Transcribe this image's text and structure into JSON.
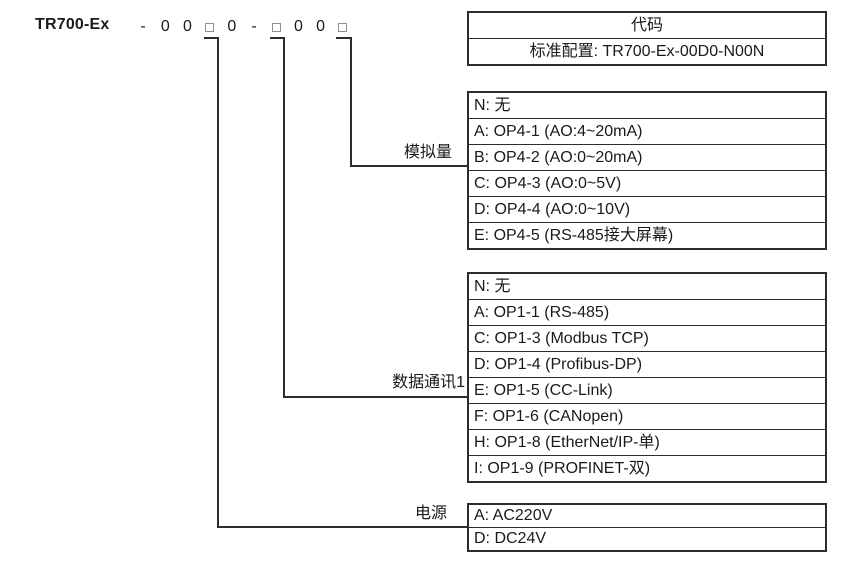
{
  "model": {
    "name": "TR700-Ex",
    "code_chars": [
      "-",
      "0",
      "0",
      "□",
      "0",
      "-",
      "□",
      "0",
      "0",
      "□"
    ]
  },
  "code_table": {
    "header": "代码",
    "standard_config": "标准配置: TR700-Ex-00D0-N00N"
  },
  "groups": [
    {
      "id": "analog-output",
      "label": "模拟量",
      "options": [
        "N: 无",
        "A: OP4-1 (AO:4~20mA)",
        "B: OP4-2 (AO:0~20mA)",
        "C: OP4-3 (AO:0~5V)",
        "D: OP4-4 (AO:0~10V)",
        "E: OP4-5 (RS-485接大屏幕)"
      ]
    },
    {
      "id": "data-comm-1",
      "label": "数据通讯1",
      "options": [
        "N: 无",
        "A: OP1-1 (RS-485)",
        "C: OP1-3 (Modbus TCP)",
        "D: OP1-4 (Profibus-DP)",
        "E: OP1-5 (CC-Link)",
        "F: OP1-6 (CANopen)",
        "H: OP1-8 (EtherNet/IP-单)",
        "I: OP1-9 (PROFINET-双)"
      ]
    },
    {
      "id": "power-supply",
      "label": "电源",
      "options": [
        "A: AC220V",
        "D: DC24V"
      ]
    }
  ],
  "colors": {
    "text": "#1a1a1a",
    "line": "#2d2d2d",
    "placeholder_box_border": "#8f8f8f",
    "background": "#ffffff"
  }
}
